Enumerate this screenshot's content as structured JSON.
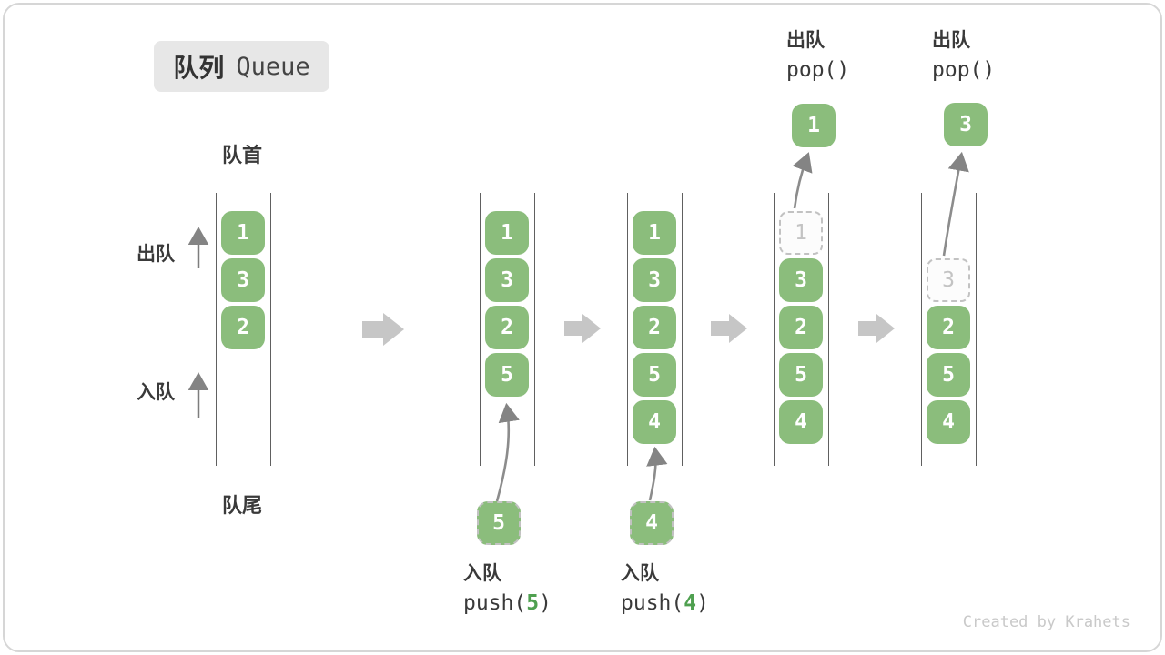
{
  "title": {
    "zh": "队列",
    "en": "Queue"
  },
  "labels": {
    "front": "队首",
    "rear": "队尾",
    "dequeue": "出队",
    "enqueue": "入队"
  },
  "states": [
    {
      "boxes": [
        {
          "v": "1"
        },
        {
          "v": "3"
        },
        {
          "v": "2"
        }
      ]
    },
    {
      "boxes": [
        {
          "v": "1"
        },
        {
          "v": "3"
        },
        {
          "v": "2"
        },
        {
          "v": "5"
        }
      ],
      "staged": {
        "v": "5"
      },
      "op": {
        "zh": "入队",
        "pre": "push(",
        "arg": "5",
        "post": ")"
      }
    },
    {
      "boxes": [
        {
          "v": "1"
        },
        {
          "v": "3"
        },
        {
          "v": "2"
        },
        {
          "v": "5"
        },
        {
          "v": "4"
        }
      ],
      "staged": {
        "v": "4"
      },
      "op": {
        "zh": "入队",
        "pre": "push(",
        "arg": "4",
        "post": ")"
      }
    },
    {
      "boxes": [
        {
          "v": "1",
          "dashed": true
        },
        {
          "v": "3"
        },
        {
          "v": "2"
        },
        {
          "v": "5"
        },
        {
          "v": "4"
        }
      ],
      "popped": {
        "v": "1"
      },
      "op": {
        "zh": "出队",
        "call": "pop()"
      }
    },
    {
      "boxes": [
        {
          "v": "3",
          "dashed": true
        },
        {
          "v": "2"
        },
        {
          "v": "5"
        },
        {
          "v": "4"
        }
      ],
      "popped": {
        "v": "3"
      },
      "op": {
        "zh": "出队",
        "call": "pop()"
      }
    }
  ],
  "colors": {
    "box_green": "#8bbd7c",
    "arg_green": "#4fa050",
    "flow_arrow_gray": "#c6c6c6",
    "container_line_gray": "#606060"
  },
  "footer": "Created by Krahets"
}
